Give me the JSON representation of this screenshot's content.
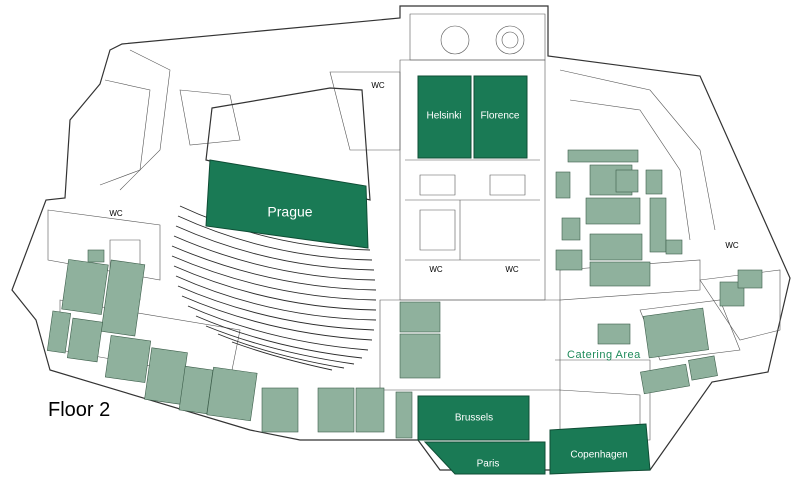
{
  "floor": {
    "label": "Floor 2"
  },
  "catering": {
    "label": "Catering  Area"
  },
  "halls": [
    {
      "id": "helsinki",
      "label": "Helsinki"
    },
    {
      "id": "florence",
      "label": "Florence"
    },
    {
      "id": "prague",
      "label": "Prague"
    },
    {
      "id": "brussels",
      "label": "Brussels"
    },
    {
      "id": "paris",
      "label": "Paris"
    },
    {
      "id": "copenhagen",
      "label": "Copenhagen"
    }
  ],
  "wc": {
    "label": "WC"
  },
  "colors": {
    "hall": "#1a7a55",
    "booth": "#8fb19d",
    "wall": "#333333"
  }
}
